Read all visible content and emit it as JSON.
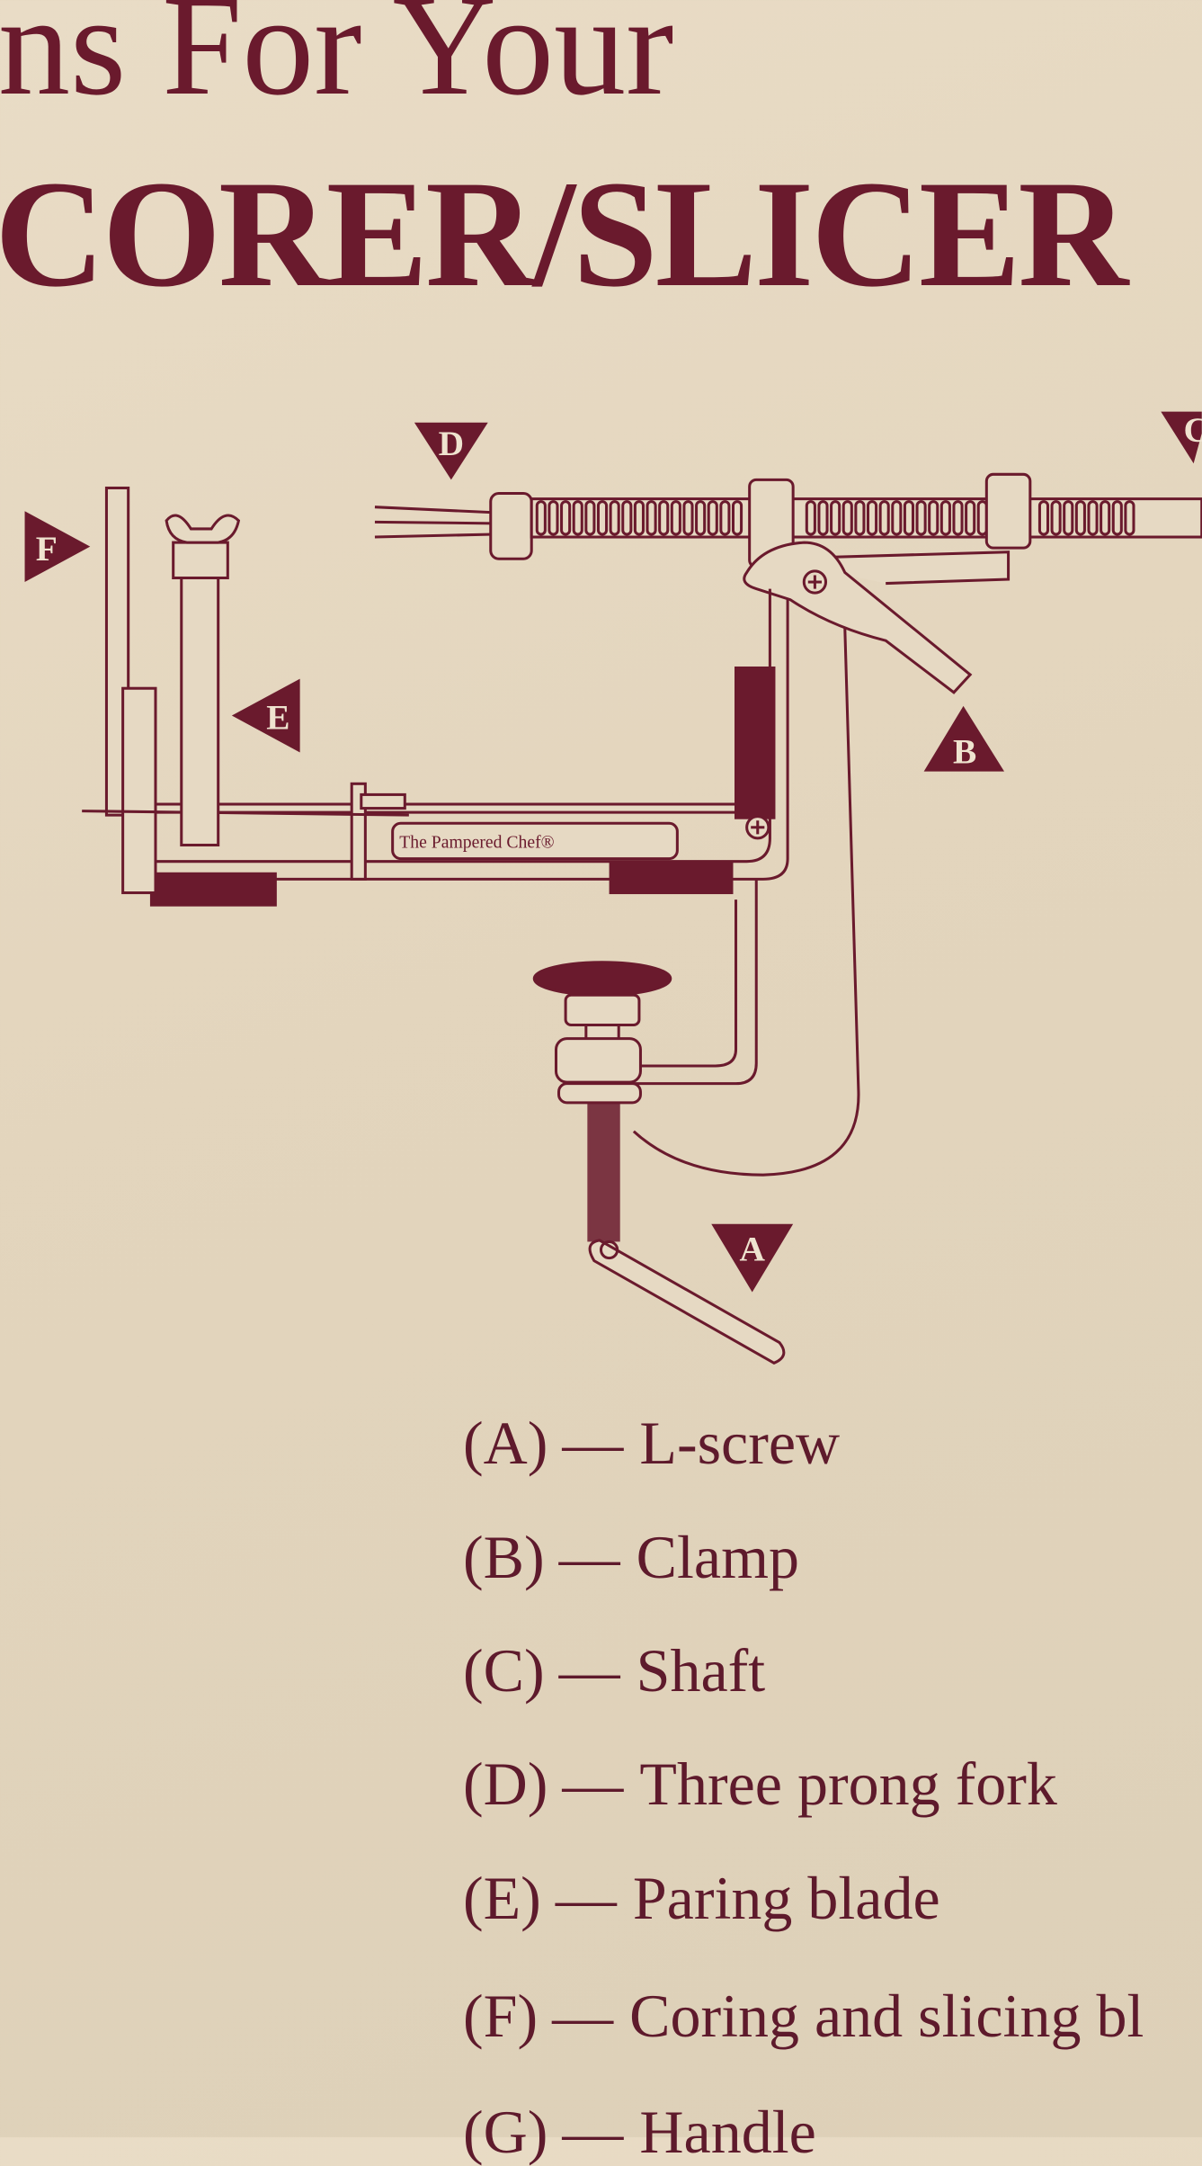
{
  "header": {
    "line1": "ns For Your",
    "line2": "CORER/SLICER"
  },
  "diagram": {
    "brand_mark": "The Pampered Chef®",
    "markers": [
      "A",
      "B",
      "C",
      "D",
      "E",
      "F"
    ]
  },
  "legend": [
    {
      "key": "(A)",
      "dash": "—",
      "label": "L-screw"
    },
    {
      "key": "(B)",
      "dash": "—",
      "label": "Clamp"
    },
    {
      "key": "(C)",
      "dash": "—",
      "label": "Shaft"
    },
    {
      "key": "(D)",
      "dash": "—",
      "label": "Three prong fork"
    },
    {
      "key": "(E)",
      "dash": "—",
      "label": "Paring blade"
    },
    {
      "key": "(F)",
      "dash": "—",
      "label": "Coring and slicing bl"
    },
    {
      "key": "(G)",
      "dash": "—",
      "label": "Handle"
    }
  ],
  "colors": {
    "ink": "#6a1a2d",
    "paper": "#e6d9c3"
  }
}
